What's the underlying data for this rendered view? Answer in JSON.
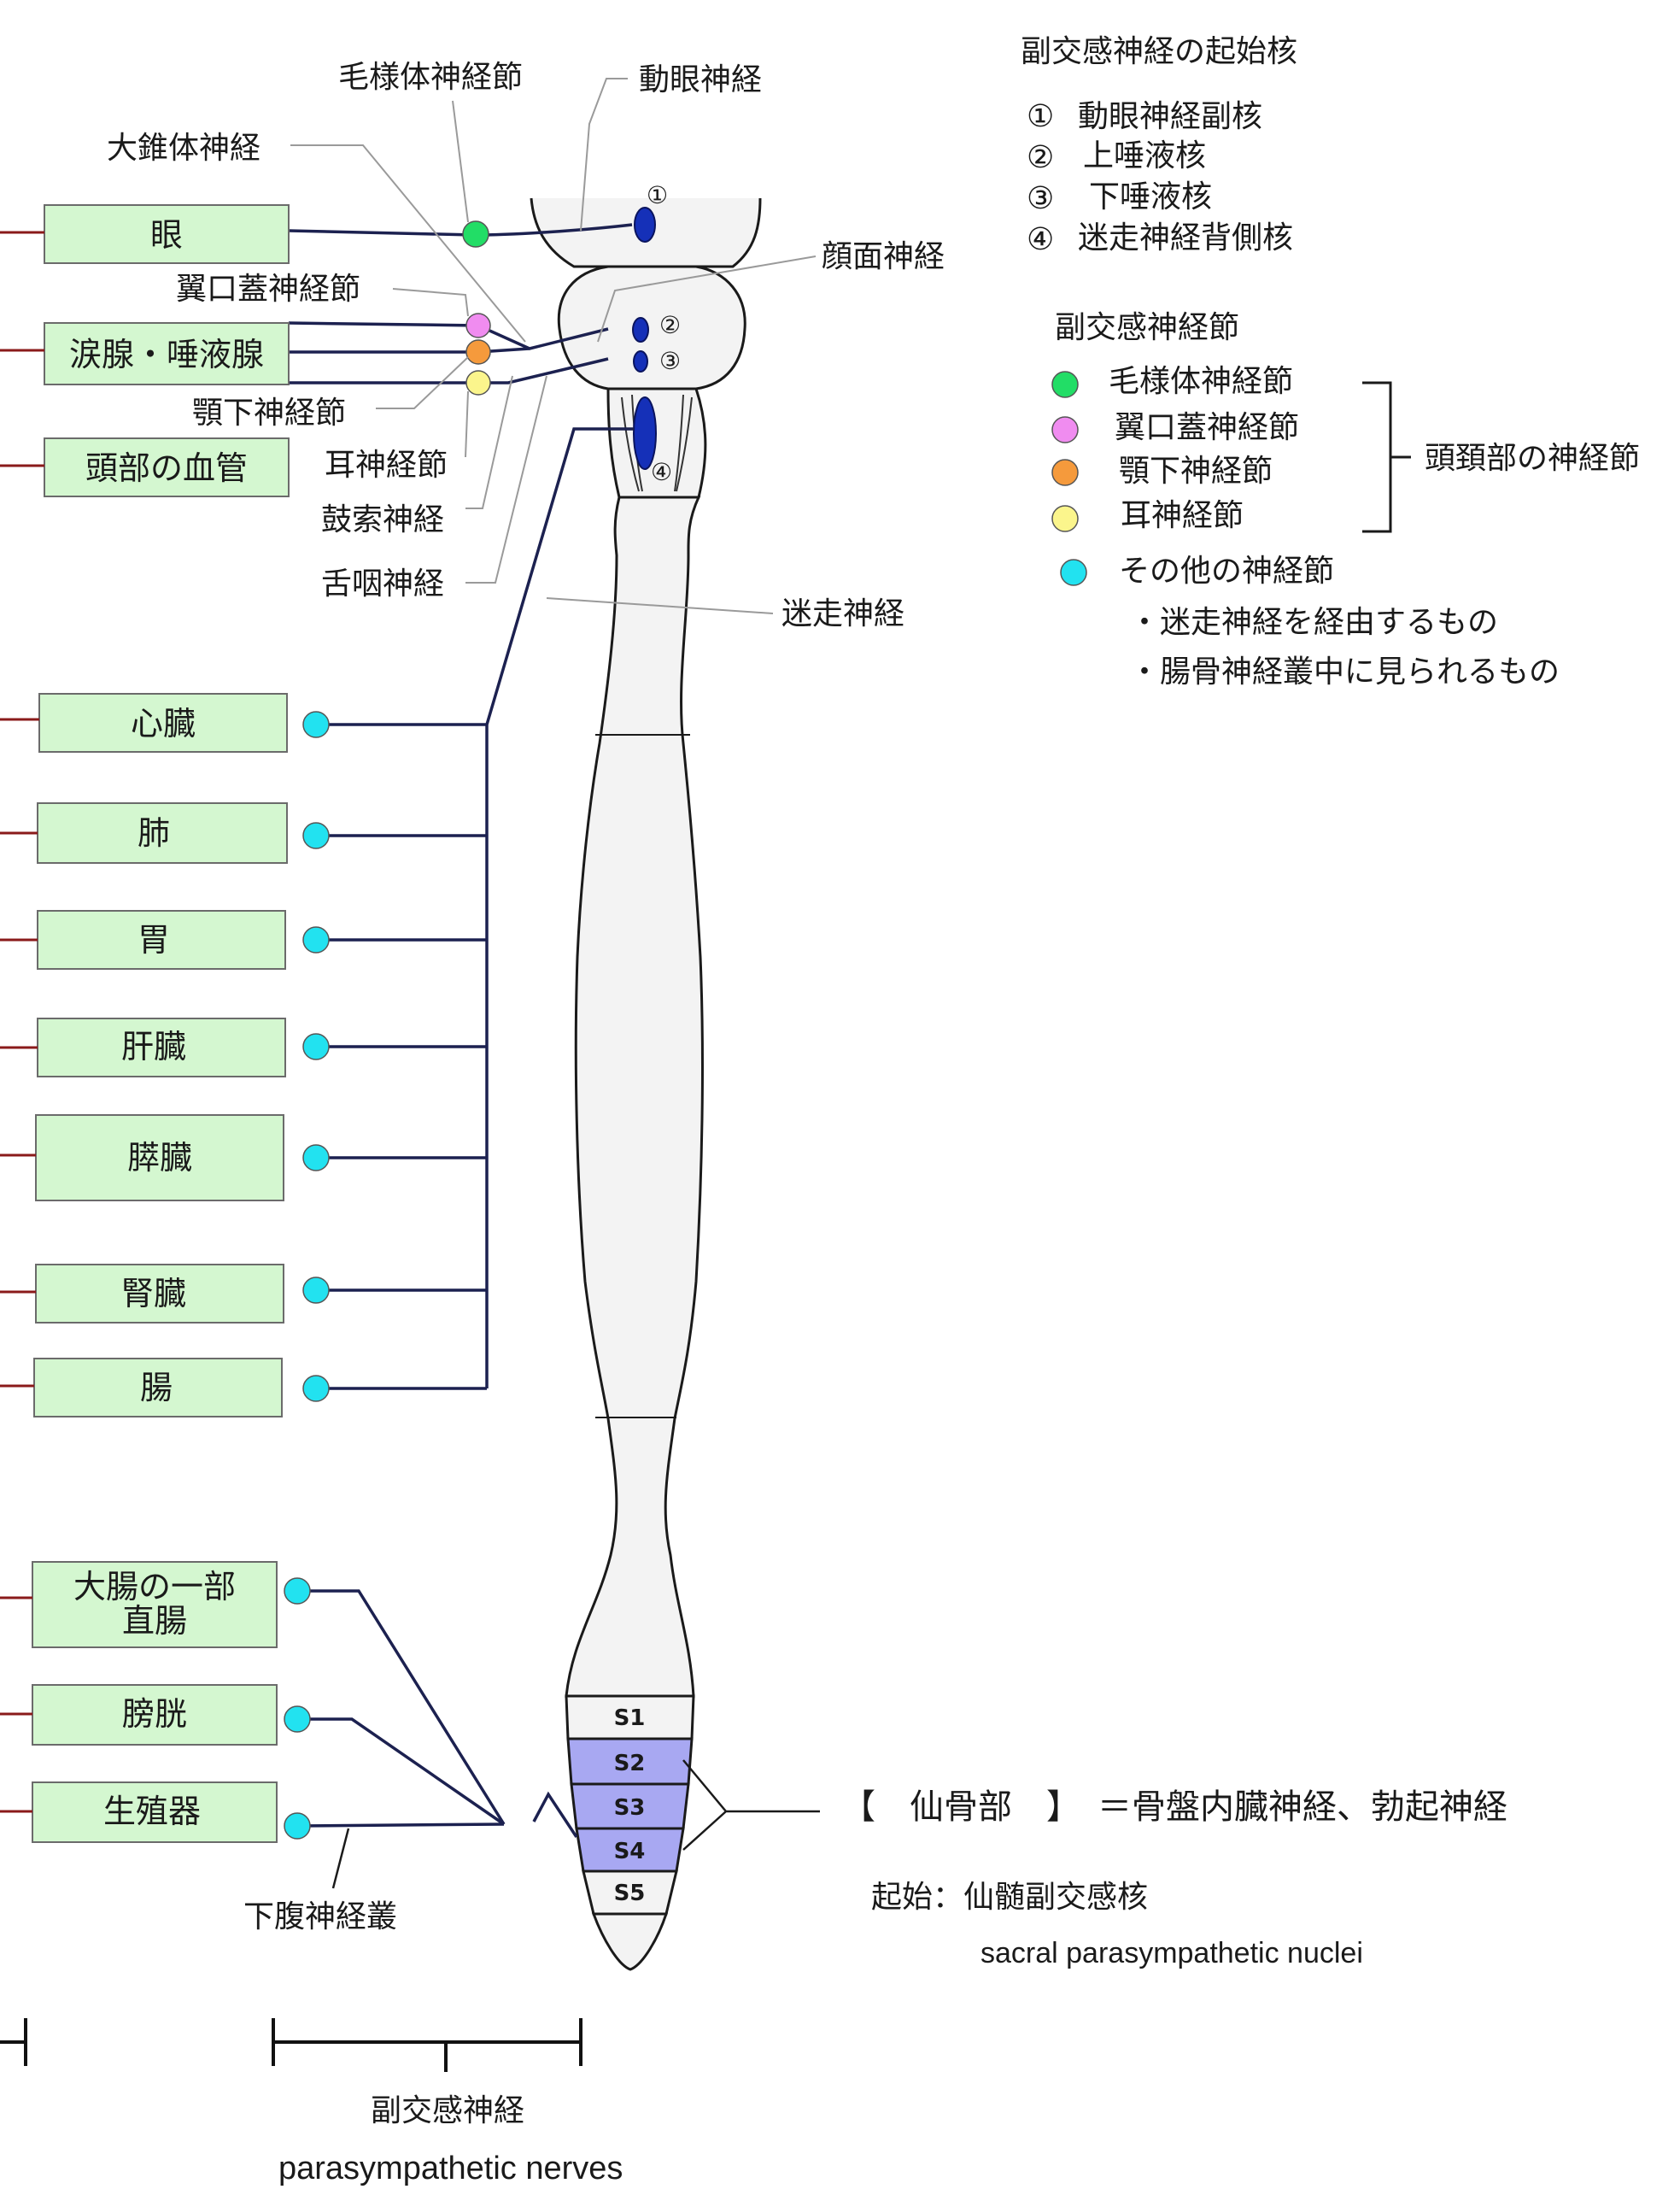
{
  "labels": {
    "ciliary_ganglion": "毛様体神経節",
    "oculomotor_nerve": "動眼神経",
    "greater_petrosal_nerve": "大錐体神経",
    "facial_nerve": "顔面神経",
    "pterygopalatine_ganglion": "翼口蓋神経節",
    "submandibular_ganglion": "顎下神経節",
    "otic_ganglion": "耳神経節",
    "chorda_tympani": "鼓索神経",
    "glossopharyngeal_nerve": "舌咽神経",
    "vagus_nerve": "迷走神経",
    "hypogastric_plexus": "下腹神経叢",
    "parasympathetic_jp": "副交感神経",
    "parasympathetic_en": "parasympathetic nerves"
  },
  "nucleus_marks": [
    "①",
    "②",
    "③",
    "④"
  ],
  "organs": {
    "eye": "眼",
    "lacrimal_salivary": "涙腺・唾液腺",
    "head_vessels": "頭部の血管",
    "heart": "心臓",
    "lung": "肺",
    "stomach": "胃",
    "liver": "肝臓",
    "pancreas": "膵臓",
    "kidney": "腎臓",
    "intestine": "腸",
    "large_intestine_1": "大腸の一部",
    "large_intestine_2": "直腸",
    "bladder": "膀胱",
    "genital": "生殖器"
  },
  "segments": {
    "s1": "S1",
    "s2": "S2",
    "s3": "S3",
    "s4": "S4",
    "s5": "S5"
  },
  "legend_nuclei": {
    "title": "副交感神経の起始核",
    "items": [
      {
        "num": "①",
        "label": "動眼神経副核"
      },
      {
        "num": "②",
        "label": "上唾液核"
      },
      {
        "num": "③",
        "label": "下唾液核"
      },
      {
        "num": "④",
        "label": "迷走神経背側核"
      }
    ]
  },
  "legend_ganglia": {
    "title": "副交感神経節",
    "items": [
      {
        "label": "毛様体神経節",
        "color": "#22dd66"
      },
      {
        "label": "翼口蓋神経節",
        "color": "#f08cf0"
      },
      {
        "label": "顎下神経節",
        "color": "#f59a3c"
      },
      {
        "label": "耳神経節",
        "color": "#fbf58c"
      }
    ],
    "group_label": "頭頚部の神経節",
    "other_label": "その他の神経節",
    "other_color": "#22e2f0",
    "other_note_1": "・迷走神経を経由するもの",
    "other_note_2": "・腸骨神経叢中に見られるもの"
  },
  "sacral": {
    "heading": "【　仙骨部　】　＝骨盤内臓神経、勃起神経",
    "origin_jp": "起始：仙髄副交感核",
    "origin_en": "sacral parasympathetic nuclei"
  },
  "colors": {
    "organ_fill": "#d4f7d0",
    "nerve": "#1c2150",
    "nucleus": "#1530b8",
    "sacral_segment": "#a8a8f2",
    "other_ganglion": "#22e2f0"
  }
}
